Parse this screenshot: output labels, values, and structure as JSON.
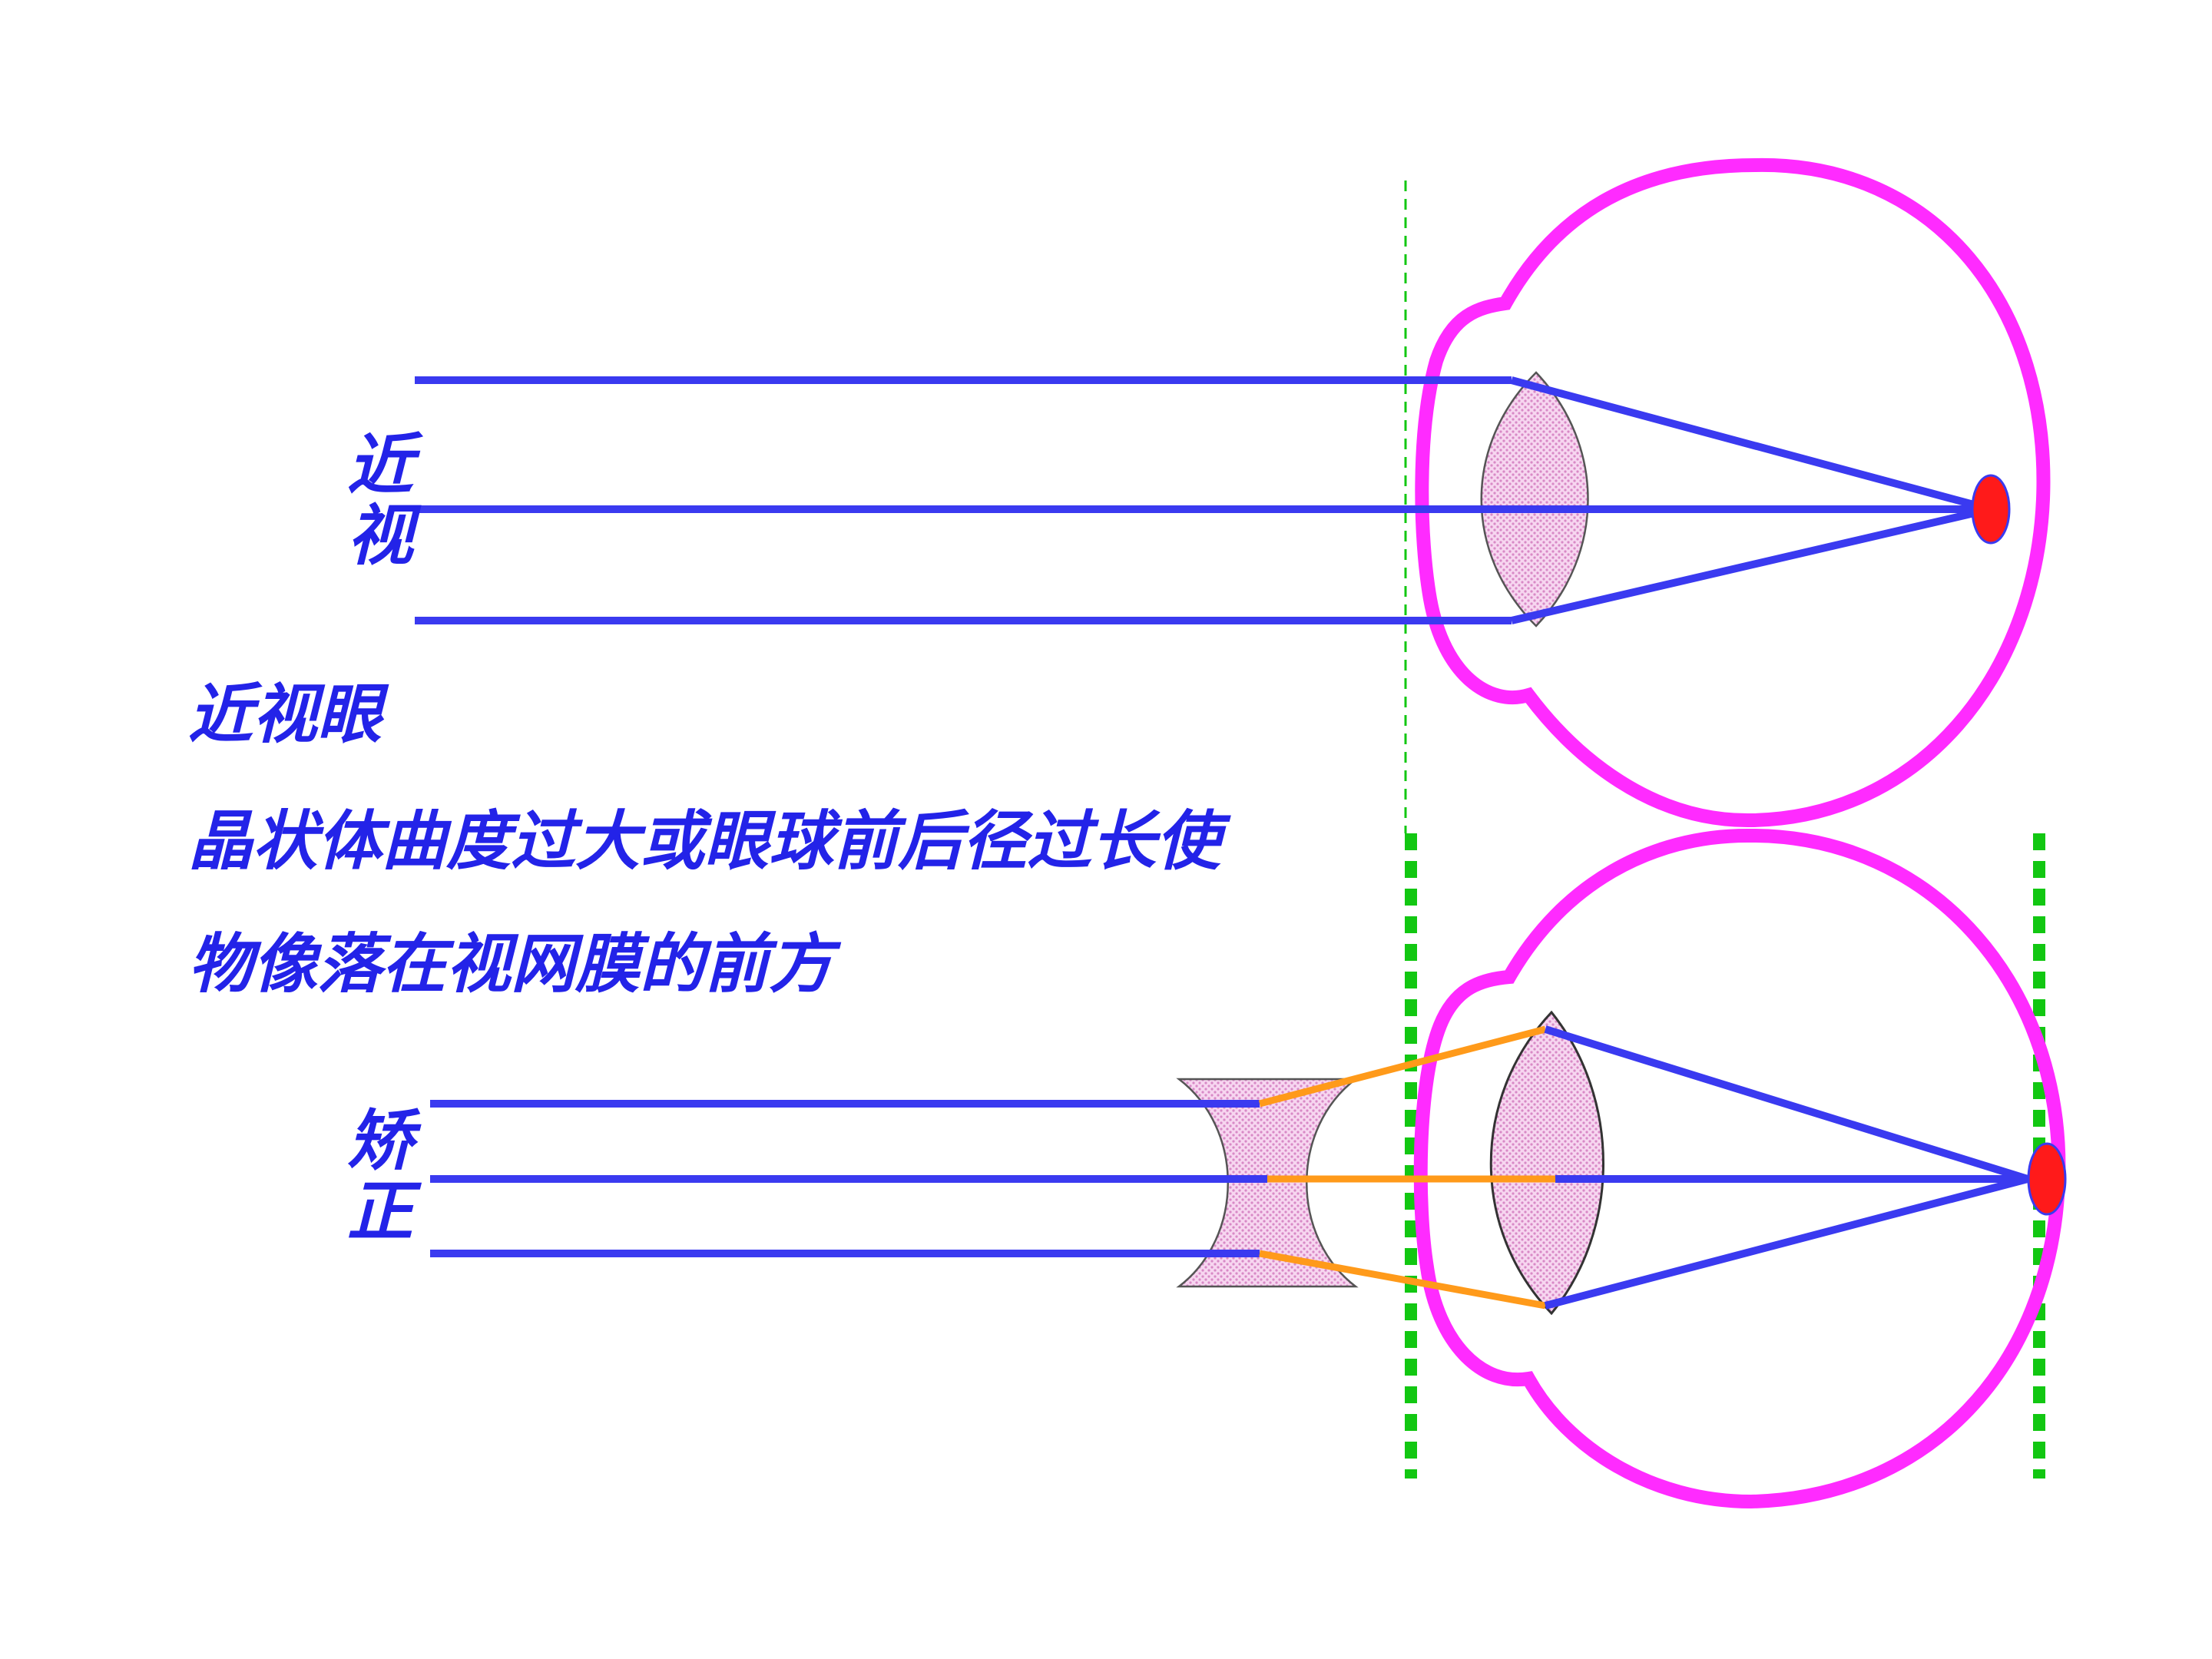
{
  "labels": {
    "top_side": [
      "近",
      "视"
    ],
    "bottom_side": [
      "矫",
      "正"
    ]
  },
  "caption": {
    "title": "近视眼",
    "line1": "晶状体曲度过大或眼球前后径过长使",
    "line2": "物像落在视网膜的前方"
  },
  "colors": {
    "eye_outline": "#ff2bff",
    "ray": "#3a3af0",
    "ray_refracted": "#ff9a1a",
    "lens_fill": "#f2bfe8",
    "focus_point": "#ff1a1a",
    "guide_green": "#12c712",
    "text": "#2323e8"
  }
}
